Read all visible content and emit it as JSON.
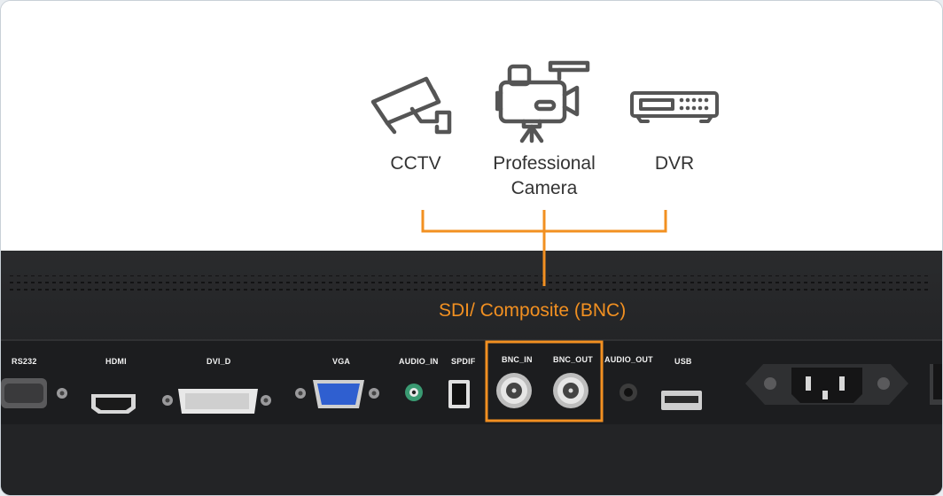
{
  "sources": [
    {
      "icon": "cctv-camera-icon",
      "label_line1": "CCTV",
      "label_line2": ""
    },
    {
      "icon": "professional-camera-icon",
      "label_line1": "Professional",
      "label_line2": "Camera"
    },
    {
      "icon": "dvr-icon",
      "label_line1": "DVR",
      "label_line2": ""
    }
  ],
  "connector_label": "SDI/ Composite (BNC)",
  "ports": {
    "rs232": "RS232",
    "hdmi": "HDMI",
    "dvi_d": "DVI_D",
    "vga": "VGA",
    "audio_in": "AUDIO_IN",
    "spdif": "SPDIF",
    "bnc_in": "BNC_IN",
    "bnc_out": "BNC_OUT",
    "audio_out": "AUDIO_OUT",
    "usb": "USB"
  },
  "colors": {
    "accent": "#f29021",
    "icon_gray": "#555555",
    "panel": "#232426"
  }
}
